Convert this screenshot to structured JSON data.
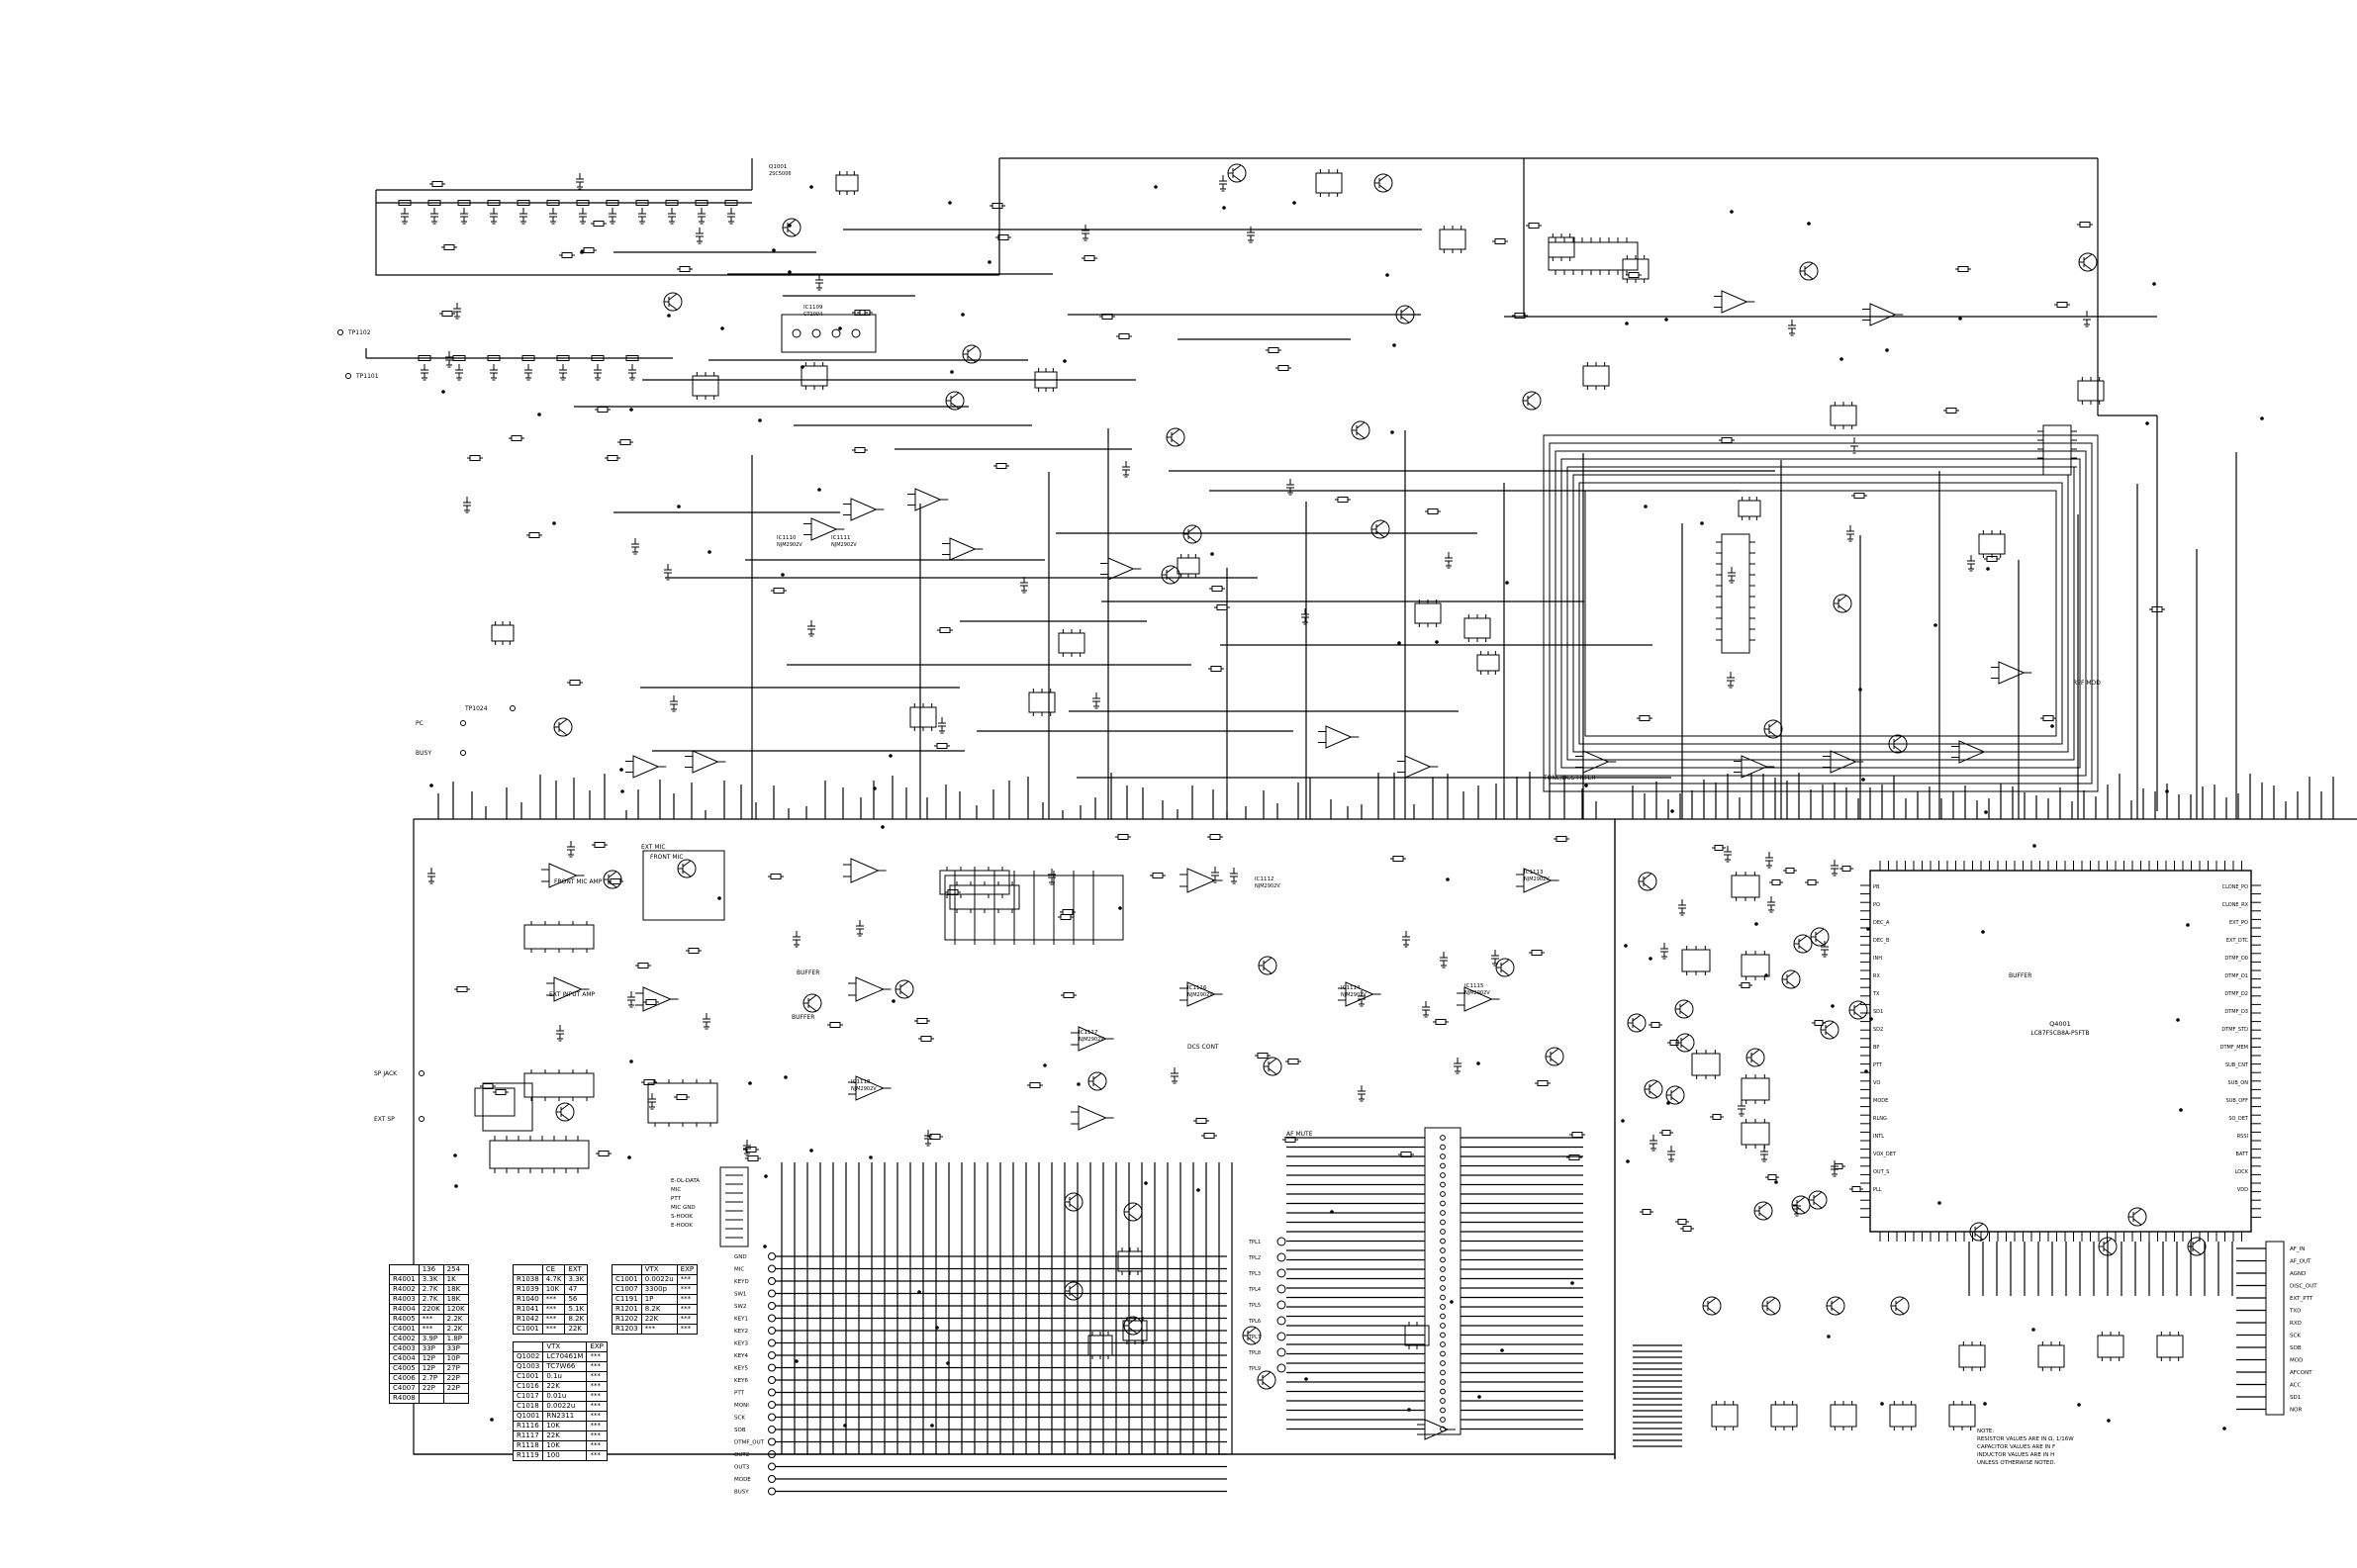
{
  "colors": {
    "ink": "#000000",
    "paper": "#ffffff"
  },
  "left_terminals": [
    {
      "label": "TP1102"
    },
    {
      "label": "TP1101"
    },
    {
      "label": "TP1024"
    },
    {
      "label": "PC"
    },
    {
      "label": "BUSY"
    },
    {
      "label": "SP JACK"
    },
    {
      "label": "EXT SP"
    }
  ],
  "connector_pins": [
    "E-OL-DATA",
    "MIC",
    "PTT",
    "MIC GND",
    "S-HOOK",
    "E-HOOK"
  ],
  "block_labels": [
    {
      "label": "FRONT MIC AMP"
    },
    {
      "label": "FRONT MIC"
    },
    {
      "label": "EXT MIC"
    },
    {
      "label": "EXT INPUT AMP"
    },
    {
      "label": "BUFFER"
    },
    {
      "label": "BUFFER"
    },
    {
      "label": "TONE/DCS FILTER"
    },
    {
      "label": "DCS CONT"
    },
    {
      "label": "AF MUTE"
    },
    {
      "label": "BUFFER"
    },
    {
      "label": "REF MOD"
    }
  ],
  "ic_labels": [
    {
      "name": "IC1109",
      "part": "CT1004"
    },
    {
      "name": "IC1110",
      "part": "NJM2902V"
    },
    {
      "name": "IC1111",
      "part": "NJM2902V"
    },
    {
      "name": "IC1112",
      "part": "NJM2902V"
    },
    {
      "name": "IC1113",
      "part": "NJM2902V"
    },
    {
      "name": "IC1114",
      "part": "NJM2902V"
    },
    {
      "name": "IC1115",
      "part": "NJM2902V"
    },
    {
      "name": "IC1116",
      "part": "NJM2902V"
    },
    {
      "name": "IC1117",
      "part": "NJM2902V"
    },
    {
      "name": "IC1118",
      "part": "NJM2902V"
    },
    {
      "name": "Q1001",
      "part": "2SC5006"
    }
  ],
  "mcu": {
    "name": "Q4001",
    "part": "LC87F5CB8A-P5FTB"
  },
  "mcu_left_pins": [
    "PB",
    "PO",
    "DEC_A",
    "DEC_B",
    "INH",
    "RX",
    "TX",
    "SD1",
    "SD2",
    "BP",
    "PTT",
    "VO",
    "MODE",
    "RLNG",
    "INTL",
    "VOX_DET",
    "OUT_S",
    "PLL"
  ],
  "mcu_right_pins": [
    "CLONE_PO",
    "CLONE_RX",
    "EXT_PO",
    "EXT_DTC",
    "DTMF_D0",
    "DTMF_D1",
    "DTMF_D2",
    "DTMF_D3",
    "DTMF_STD",
    "DTMF_MEM",
    "SUB_CNT",
    "SUB_ON",
    "SUB_OFF",
    "SQ_DET",
    "RSSI",
    "BATT",
    "LOCK",
    "VDD"
  ],
  "conn2_pins": [
    "GND",
    "MIC",
    "KEYD",
    "SW1",
    "SW2",
    "KEY1",
    "KEY2",
    "KEY3",
    "KEY4",
    "KEY5",
    "KEY6",
    "PTT",
    "MONI",
    "SCK",
    "SOB",
    "DTMF_OUT",
    "OUT2",
    "OUT3",
    "MODE",
    "BUSY"
  ],
  "right_conn_pins": [
    "AF_IN",
    "AF_OUT",
    "AGND",
    "DISC_OUT",
    "EXT_PTT",
    "TXD",
    "RXD",
    "SCK",
    "SOB",
    "MOD",
    "AFCONT",
    "ACC",
    "SD1",
    "NOR"
  ],
  "keypad_signals": [
    "TPL1",
    "TPL2",
    "TPL3",
    "TPL4",
    "TPL5",
    "TPL6",
    "TPL7",
    "TPL8",
    "TPL9"
  ],
  "table_band": {
    "rows": [
      [
        "",
        "136",
        "254"
      ],
      [
        "R4001",
        "3.3K",
        "1K"
      ],
      [
        "R4002",
        "2.7K",
        "18K"
      ],
      [
        "R4003",
        "2.7K",
        "18K"
      ],
      [
        "R4004",
        "220K",
        "120K"
      ],
      [
        "R4005",
        "***",
        "2.2K"
      ],
      [
        "C4001",
        "***",
        "2.2K"
      ],
      [
        "C4002",
        "3.9P",
        "1.8P"
      ],
      [
        "C4003",
        "33P",
        "33P"
      ],
      [
        "C4004",
        "12P",
        "10P"
      ],
      [
        "C4005",
        "12P",
        "27P"
      ],
      [
        "C4006",
        "2.7P",
        "22P"
      ],
      [
        "C4007",
        "22P",
        "22P"
      ],
      [
        "R4008",
        "",
        ""
      ]
    ]
  },
  "table_type": {
    "rows": [
      [
        "",
        "CE",
        "EXT"
      ],
      [
        "R1038",
        "4.7K",
        "3.3K"
      ],
      [
        "R1039",
        "10K",
        "47"
      ],
      [
        "R1040",
        "***",
        "56"
      ],
      [
        "R1041",
        "***",
        "5.1K"
      ],
      [
        "R1042",
        "***",
        "8.2K"
      ],
      [
        "C1001",
        "***",
        "22K"
      ]
    ]
  },
  "table_ver": {
    "rows": [
      [
        "",
        "VTX",
        "EXP"
      ],
      [
        "C1001",
        "0.0022u",
        "***"
      ],
      [
        "C1007",
        "3300p",
        "***"
      ],
      [
        "C1191",
        "1P",
        "***"
      ],
      [
        "R1201",
        "8.2K",
        "***"
      ],
      [
        "R1202",
        "22K",
        "***"
      ],
      [
        "R1203",
        "***",
        "***"
      ]
    ]
  },
  "table_vtx": {
    "rows": [
      [
        "",
        "VTX",
        "EXP"
      ],
      [
        "Q1002",
        "LC70461M",
        "***"
      ],
      [
        "Q1003",
        "TC7W66",
        "***"
      ],
      [
        "C1001",
        "0.1u",
        "***"
      ],
      [
        "C1016",
        "22K",
        "***"
      ],
      [
        "C1017",
        "0.01u",
        "***"
      ],
      [
        "C1018",
        "0.0022u",
        "***"
      ],
      [
        "Q1001",
        "RN2311",
        "***"
      ],
      [
        "R1116",
        "10K",
        "***"
      ],
      [
        "R1117",
        "22K",
        "***"
      ],
      [
        "R1118",
        "10K",
        "***"
      ],
      [
        "R1119",
        "100",
        "***"
      ]
    ]
  },
  "notes": [
    "NOTE:",
    "RESISTOR VALUES ARE IN Ω, 1/16W",
    "CAPACITOR VALUES ARE IN F",
    "INDUCTOR VALUES ARE IN H",
    "UNLESS OTHERWISE NOTED."
  ]
}
